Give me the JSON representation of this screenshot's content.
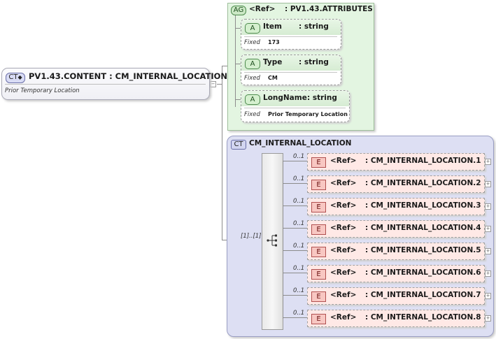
{
  "root": {
    "badge": "CT",
    "title": "PV1.43.CONTENT : CM_INTERNAL_LOCATION",
    "description": "Prior Temporary Location"
  },
  "attribute_group": {
    "badge": "AG",
    "ref": "<Ref>",
    "name": ": PV1.43.ATTRIBUTES",
    "attributes": [
      {
        "badge": "A",
        "name": "Item",
        "type": ": string",
        "fixed_label": "Fixed",
        "fixed_value": "173"
      },
      {
        "badge": "A",
        "name": "Type",
        "type": ": string",
        "fixed_label": "Fixed",
        "fixed_value": "CM"
      },
      {
        "badge": "A",
        "name": "LongName",
        "type": ": string",
        "fixed_label": "Fixed",
        "fixed_value": "Prior Temporary Location"
      }
    ]
  },
  "complex_type": {
    "badge": "CT",
    "name": "CM_INTERNAL_LOCATION",
    "sequence_occurrence": "[1]..[1]",
    "elements": [
      {
        "occurrence": "0..1",
        "badge": "E",
        "ref": "<Ref>",
        "name": ": CM_INTERNAL_LOCATION.1"
      },
      {
        "occurrence": "0..1",
        "badge": "E",
        "ref": "<Ref>",
        "name": ": CM_INTERNAL_LOCATION.2"
      },
      {
        "occurrence": "0..1",
        "badge": "E",
        "ref": "<Ref>",
        "name": ": CM_INTERNAL_LOCATION.3"
      },
      {
        "occurrence": "0..1",
        "badge": "E",
        "ref": "<Ref>",
        "name": ": CM_INTERNAL_LOCATION.4"
      },
      {
        "occurrence": "0..1",
        "badge": "E",
        "ref": "<Ref>",
        "name": ": CM_INTERNAL_LOCATION.5"
      },
      {
        "occurrence": "0..1",
        "badge": "E",
        "ref": "<Ref>",
        "name": ": CM_INTERNAL_LOCATION.6"
      },
      {
        "occurrence": "0..1",
        "badge": "E",
        "ref": "<Ref>",
        "name": ": CM_INTERNAL_LOCATION.7"
      },
      {
        "occurrence": "0..1",
        "badge": "E",
        "ref": "<Ref>",
        "name": ": CM_INTERNAL_LOCATION.8"
      }
    ]
  },
  "icons": {
    "collapse": "minus-box-icon",
    "expand": "plus-box-icon",
    "sequence": "sequence-icon"
  }
}
